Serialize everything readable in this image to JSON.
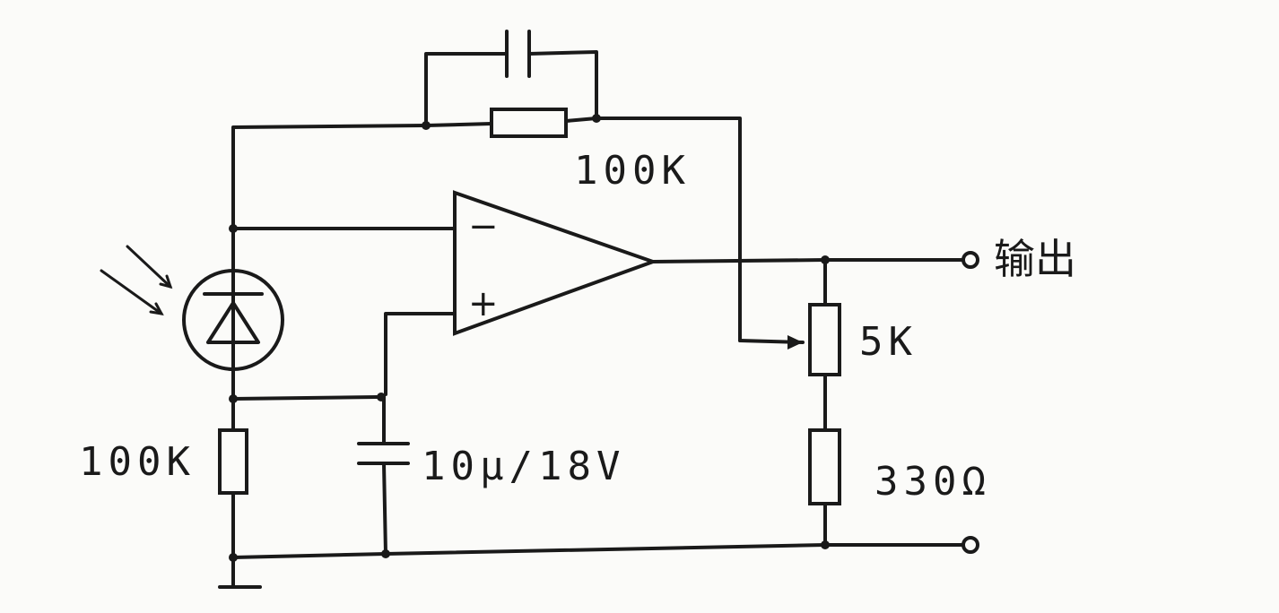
{
  "labels": {
    "feedback_resistor": "100K",
    "divider_resistor": "100K",
    "capacitor": "10μ/18V",
    "potentiometer": "5K",
    "bottom_resistor": "330Ω",
    "output": "输出"
  },
  "opamp": {
    "inverting_sign": "−",
    "noninverting_sign": "+"
  },
  "icons": {
    "light_arrows": "light-arrows-icon",
    "photodiode": "photodiode-icon",
    "ground": "ground-icon"
  }
}
